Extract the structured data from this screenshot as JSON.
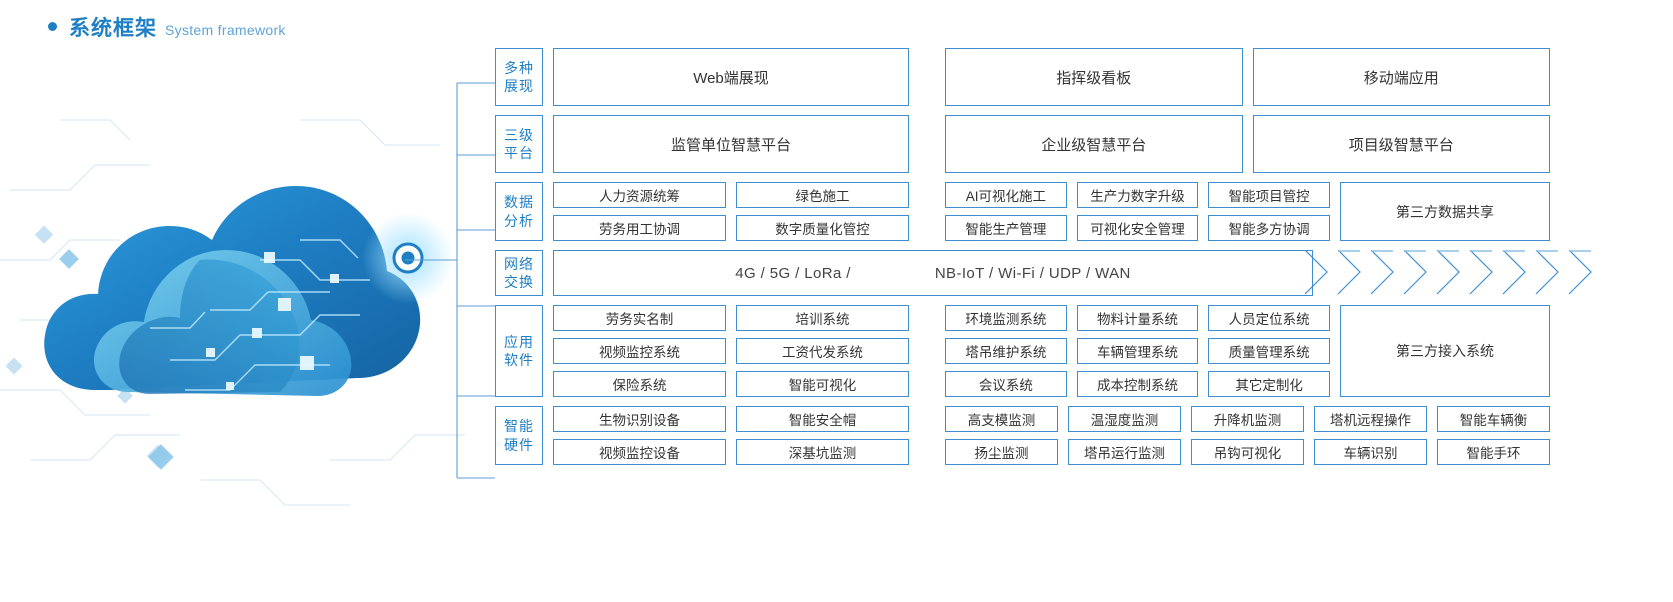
{
  "heading": {
    "bullet": "bullet-dot",
    "title_cn": "系统框架",
    "title_en": "System framework"
  },
  "artwork": {
    "name": "cloud-network-illustration",
    "description": "蓝色云朵与电路网络插图",
    "accent": "#1f7fc4",
    "node_label": "network-node"
  },
  "colors": {
    "border": "#3f8fd0",
    "label_text": "#1f7fc4",
    "body_text": "#333333",
    "heading_en": "#5fa3d6"
  },
  "rows": [
    {
      "id": "display",
      "label_lines": [
        "多种",
        "展现"
      ],
      "type": "big-three",
      "left": "Web端展现",
      "right": [
        "指挥级看板",
        "移动端应用"
      ]
    },
    {
      "id": "platform",
      "label_lines": [
        "三级",
        "平台"
      ],
      "type": "big-three",
      "left": "监管单位智慧平台",
      "right": [
        "企业级智慧平台",
        "项目级智慧平台"
      ]
    },
    {
      "id": "data-analysis",
      "label_lines": [
        "数据",
        "分析"
      ],
      "type": "grid-two-plus-third",
      "left_grid": [
        [
          "人力资源统筹",
          "绿色施工"
        ],
        [
          "劳务用工协调",
          "数字质量化管控"
        ]
      ],
      "right_grid": [
        [
          "AI可视化施工",
          "生产力数字升级",
          "智能项目管控"
        ],
        [
          "智能生产管理",
          "可视化安全管理",
          "智能多方协调"
        ]
      ],
      "third_party": "第三方数据共享"
    },
    {
      "id": "network",
      "label_lines": [
        "网络",
        "交换"
      ],
      "type": "network",
      "text_left": "4G / 5G / LoRa /",
      "text_right": "NB-IoT / Wi-Fi / UDP / WAN",
      "chevron_count": 8
    },
    {
      "id": "application",
      "label_lines": [
        "应用",
        "软件"
      ],
      "type": "grid-three-plus-third",
      "left_grid": [
        [
          "劳务实名制",
          "培训系统"
        ],
        [
          "视频监控系统",
          "工资代发系统"
        ],
        [
          "保险系统",
          "智能可视化"
        ]
      ],
      "right_grid": [
        [
          "环境监测系统",
          "物料计量系统",
          "人员定位系统"
        ],
        [
          "塔吊维护系统",
          "车辆管理系统",
          "质量管理系统"
        ],
        [
          "会议系统",
          "成本控制系统",
          "其它定制化"
        ]
      ],
      "third_party": "第三方接入系统"
    },
    {
      "id": "hardware",
      "label_lines": [
        "智能",
        "硬件"
      ],
      "type": "grid-hardware",
      "left_grid": [
        [
          "生物识别设备",
          "智能安全帽"
        ],
        [
          "视频监控设备",
          "深基坑监测"
        ]
      ],
      "right_grid": [
        [
          "高支模监测",
          "温湿度监测",
          "升降机监测",
          "塔机远程操作",
          "智能车辆衡"
        ],
        [
          "扬尘监测",
          "塔吊运行监测",
          "吊钩可视化",
          "车辆识别",
          "智能手环"
        ]
      ]
    }
  ]
}
